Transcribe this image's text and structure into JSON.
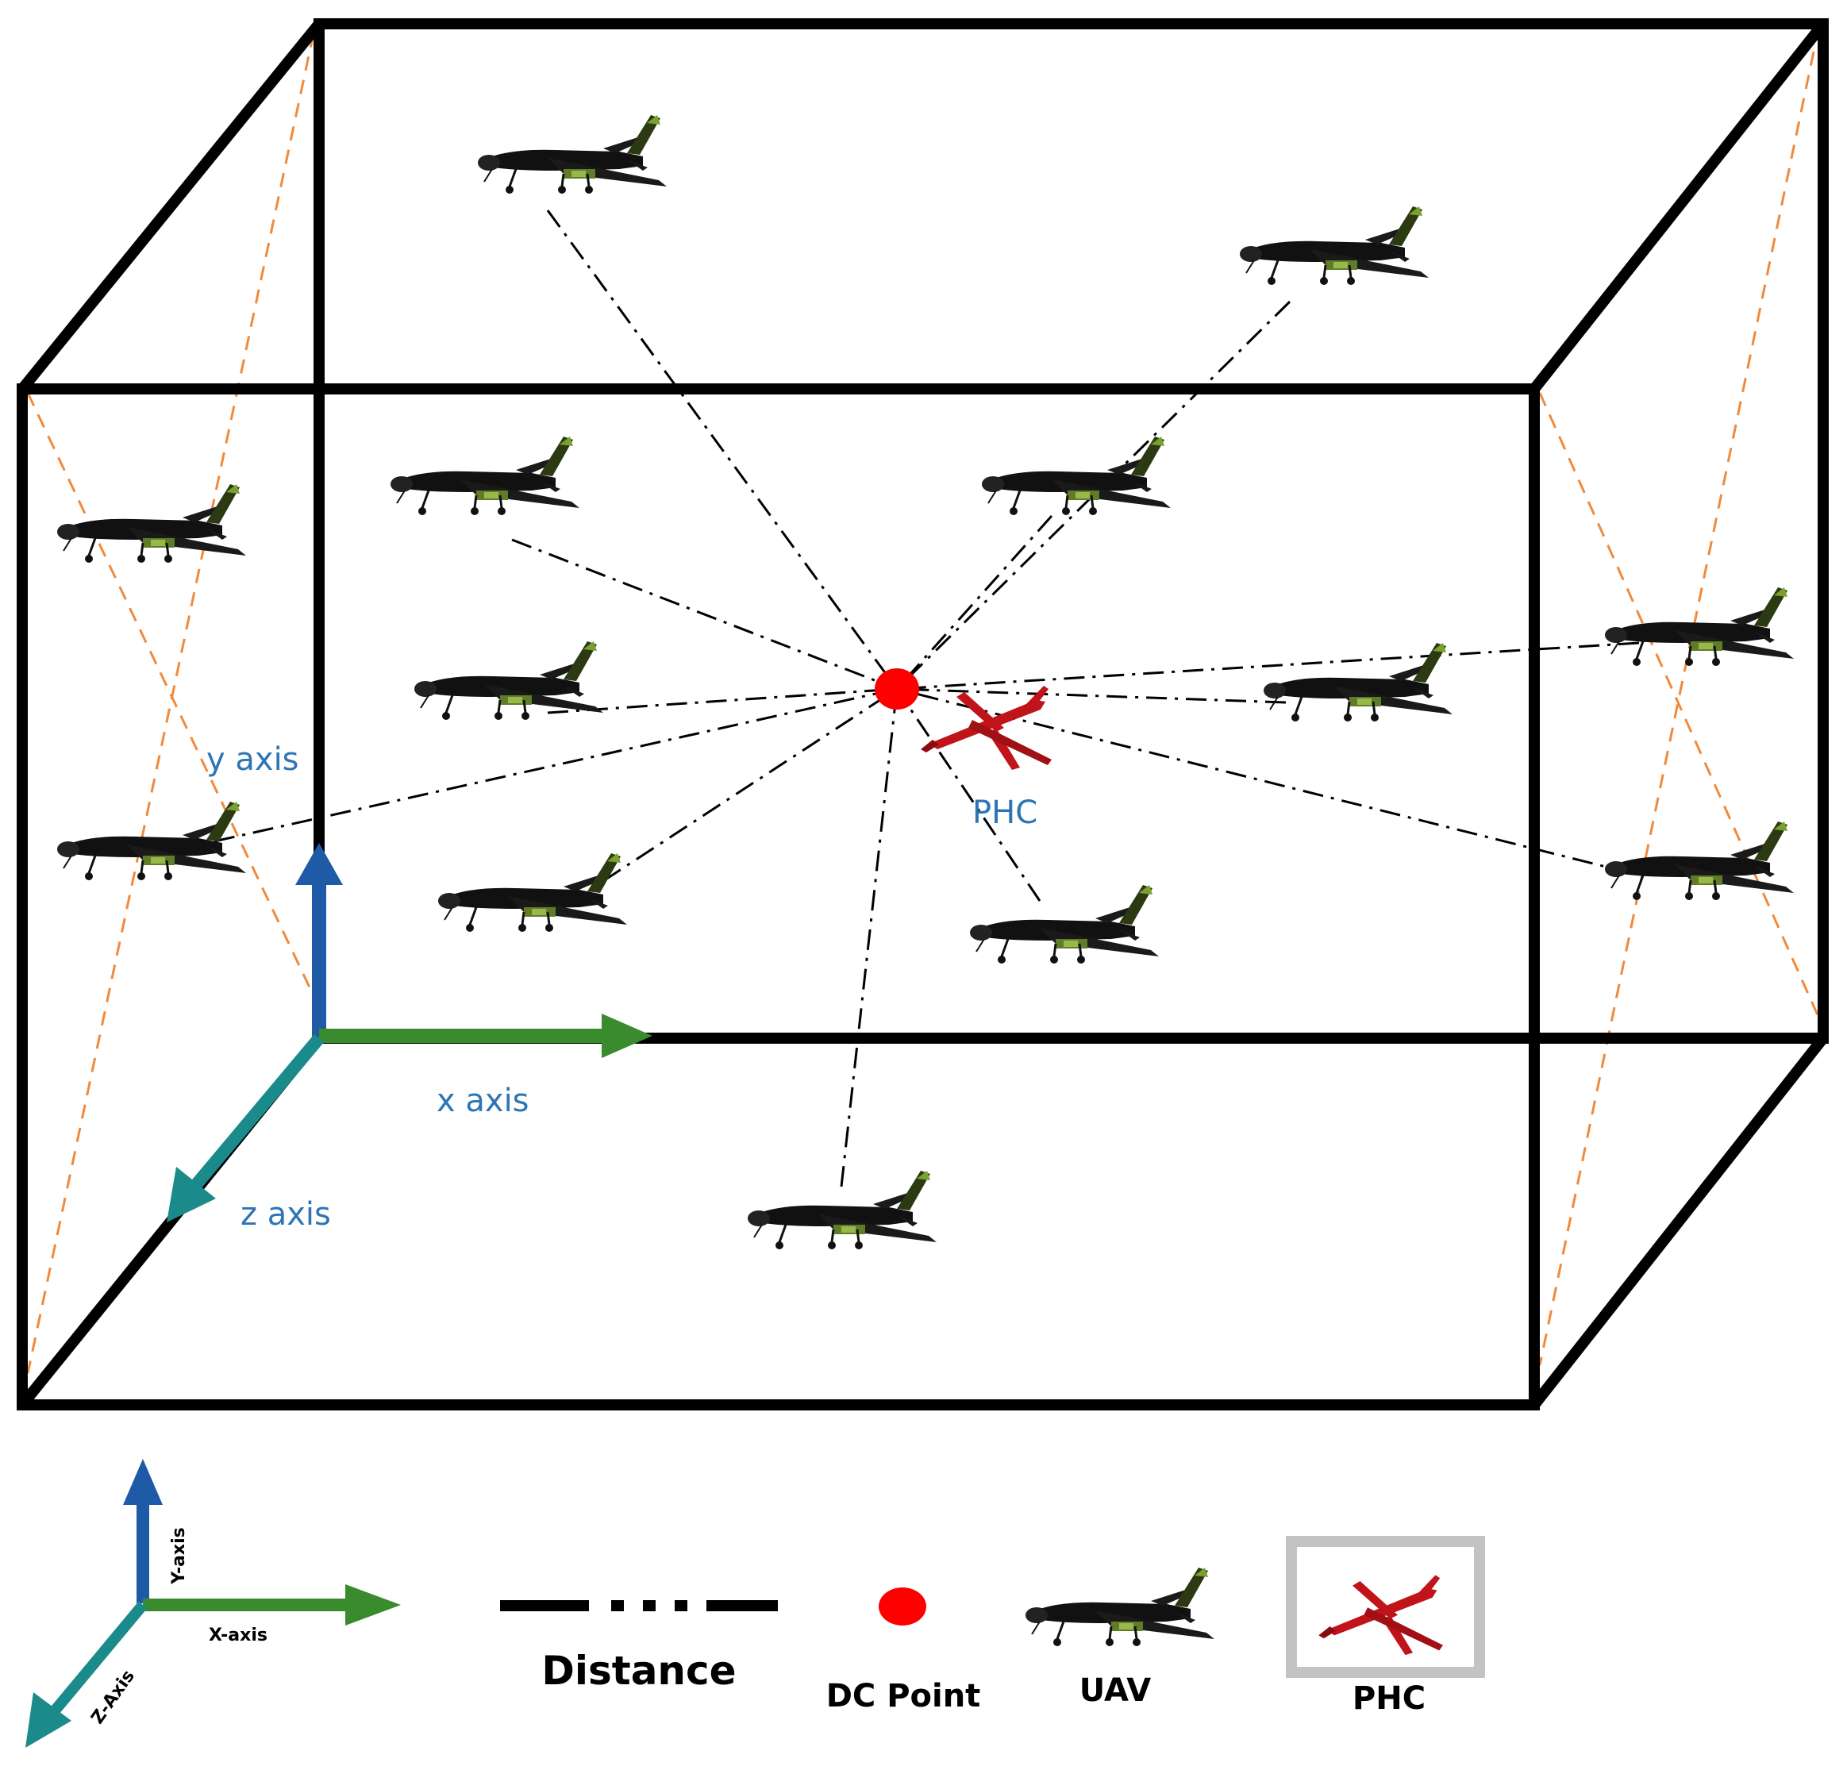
{
  "labels": {
    "y_axis": "y axis",
    "x_axis": "x axis",
    "z_axis": "z axis",
    "phc": "PHC"
  },
  "legend": {
    "y_axis": "Y-axis",
    "x_axis": "X-axis",
    "z_axis": "Z-Axis",
    "distance": "Distance",
    "dc_point": "DC Point",
    "uav": "UAV",
    "phc": "PHC"
  },
  "colors": {
    "box": "#000000",
    "guide": "#f08a3c",
    "y_arrow": "#1f5aa6",
    "x_arrow": "#3a8a2e",
    "z_arrow": "#1a8a8a",
    "dc_point": "#ff0000",
    "phc": "#c0141a",
    "uav": "#111111",
    "uav_accent": "#7aa030",
    "label_blue": "#2e75b6"
  },
  "icons": {
    "uav": "uav-drone-icon",
    "phc": "phc-aircraft-icon",
    "dc_point": "dc-point-marker"
  }
}
